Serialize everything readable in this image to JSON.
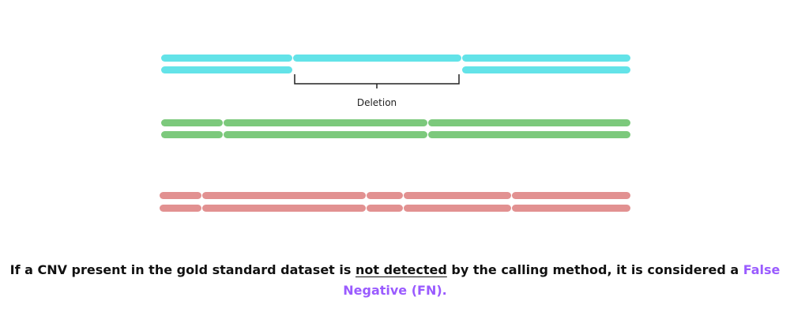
{
  "colors": {
    "track_1": "#63e3e8",
    "track_2": "#7cc97c",
    "track_3": "#e29191",
    "bracket": "#222222",
    "highlight": "#9a5bff"
  },
  "annotation": {
    "deletion_label": "Deletion"
  },
  "caption": {
    "before": "If a CNV present in the gold standard dataset is ",
    "underlined": "not detected",
    "middle": " by the calling method, it is considered a ",
    "highlight": "False Negative (FN)."
  }
}
